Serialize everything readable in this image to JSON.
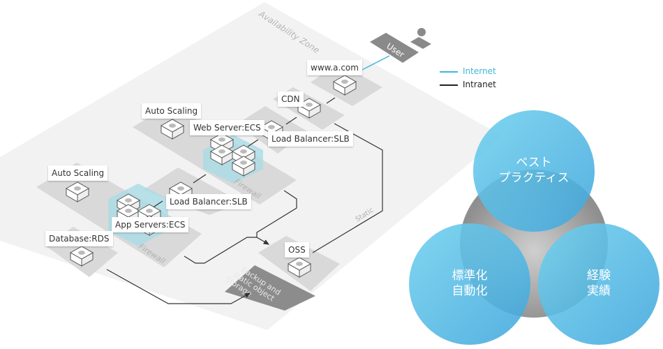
{
  "zone_label": "Availability Zone",
  "user_label": "User",
  "labels": {
    "www": "www.a.com",
    "cdn": "CDN",
    "auto_scaling_web": "Auto Scaling",
    "web_server": "Web Server:ECS",
    "slb_web": "Load Balancer:SLB",
    "auto_scaling_app": "Auto Scaling",
    "slb_app": "Load Balancer:SLB",
    "app_servers": "App Servers:ECS",
    "database": "Database:RDS",
    "oss": "OSS"
  },
  "firewall_label": "Firewall",
  "static_label": "Static",
  "storage_label": [
    "Backup and",
    "static object",
    "Storage"
  ],
  "legend": [
    {
      "label": "Internet",
      "color": "#3fb6dc"
    },
    {
      "label": "Intranet",
      "color": "#222222"
    }
  ],
  "venn": {
    "top": [
      "ベスト",
      "プラクティス"
    ],
    "left": [
      "標準化",
      "自動化"
    ],
    "right": [
      "経験",
      "実績"
    ],
    "circle_color": "#4fb8e0",
    "center_color": "#a8a8a8"
  }
}
